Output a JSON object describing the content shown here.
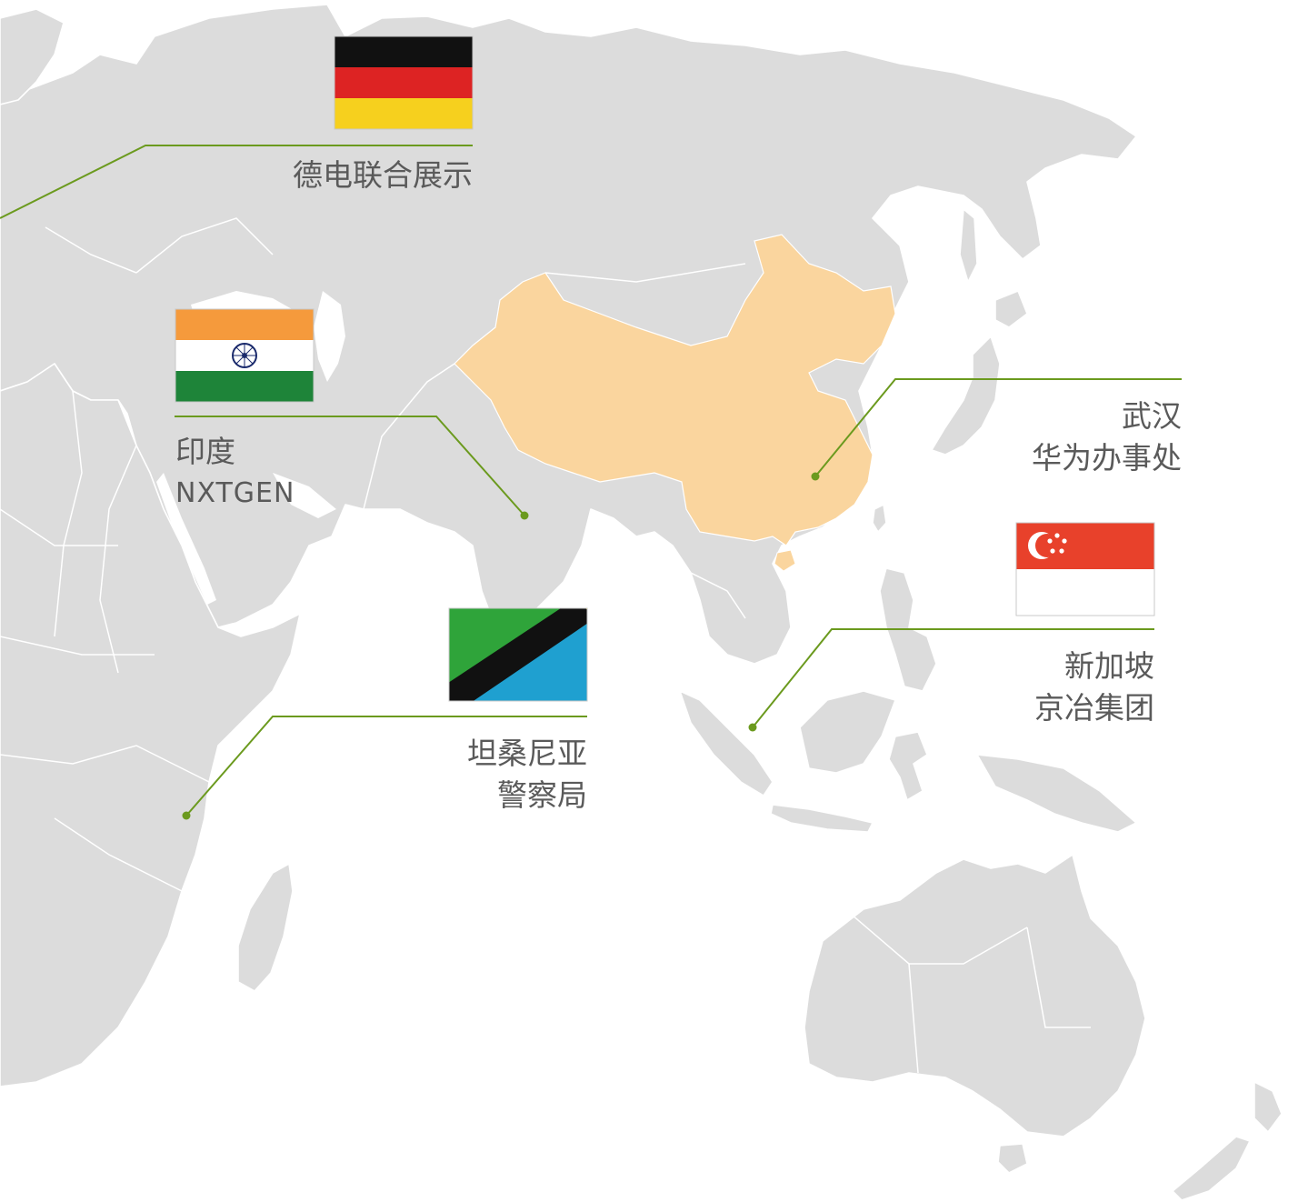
{
  "colors": {
    "land": "#dcdcdc",
    "border": "#ffffff",
    "highlight": "#fad59e",
    "leader_line": "#6b9a1e",
    "label_text": "#5a5a5a"
  },
  "highlighted_country": "China",
  "locations": [
    {
      "id": "germany",
      "lines": [
        "德电联合展示"
      ],
      "flag": "germany"
    },
    {
      "id": "india",
      "lines": [
        "印度",
        "NXTGEN"
      ],
      "flag": "india"
    },
    {
      "id": "wuhan",
      "lines": [
        "武汉",
        "华为办事处"
      ],
      "flag": ""
    },
    {
      "id": "singapore",
      "lines": [
        "新加坡",
        "京冶集团"
      ],
      "flag": "singapore"
    },
    {
      "id": "tanzania",
      "lines": [
        "坦桑尼亚",
        "警察局"
      ],
      "flag": "tanzania"
    }
  ]
}
